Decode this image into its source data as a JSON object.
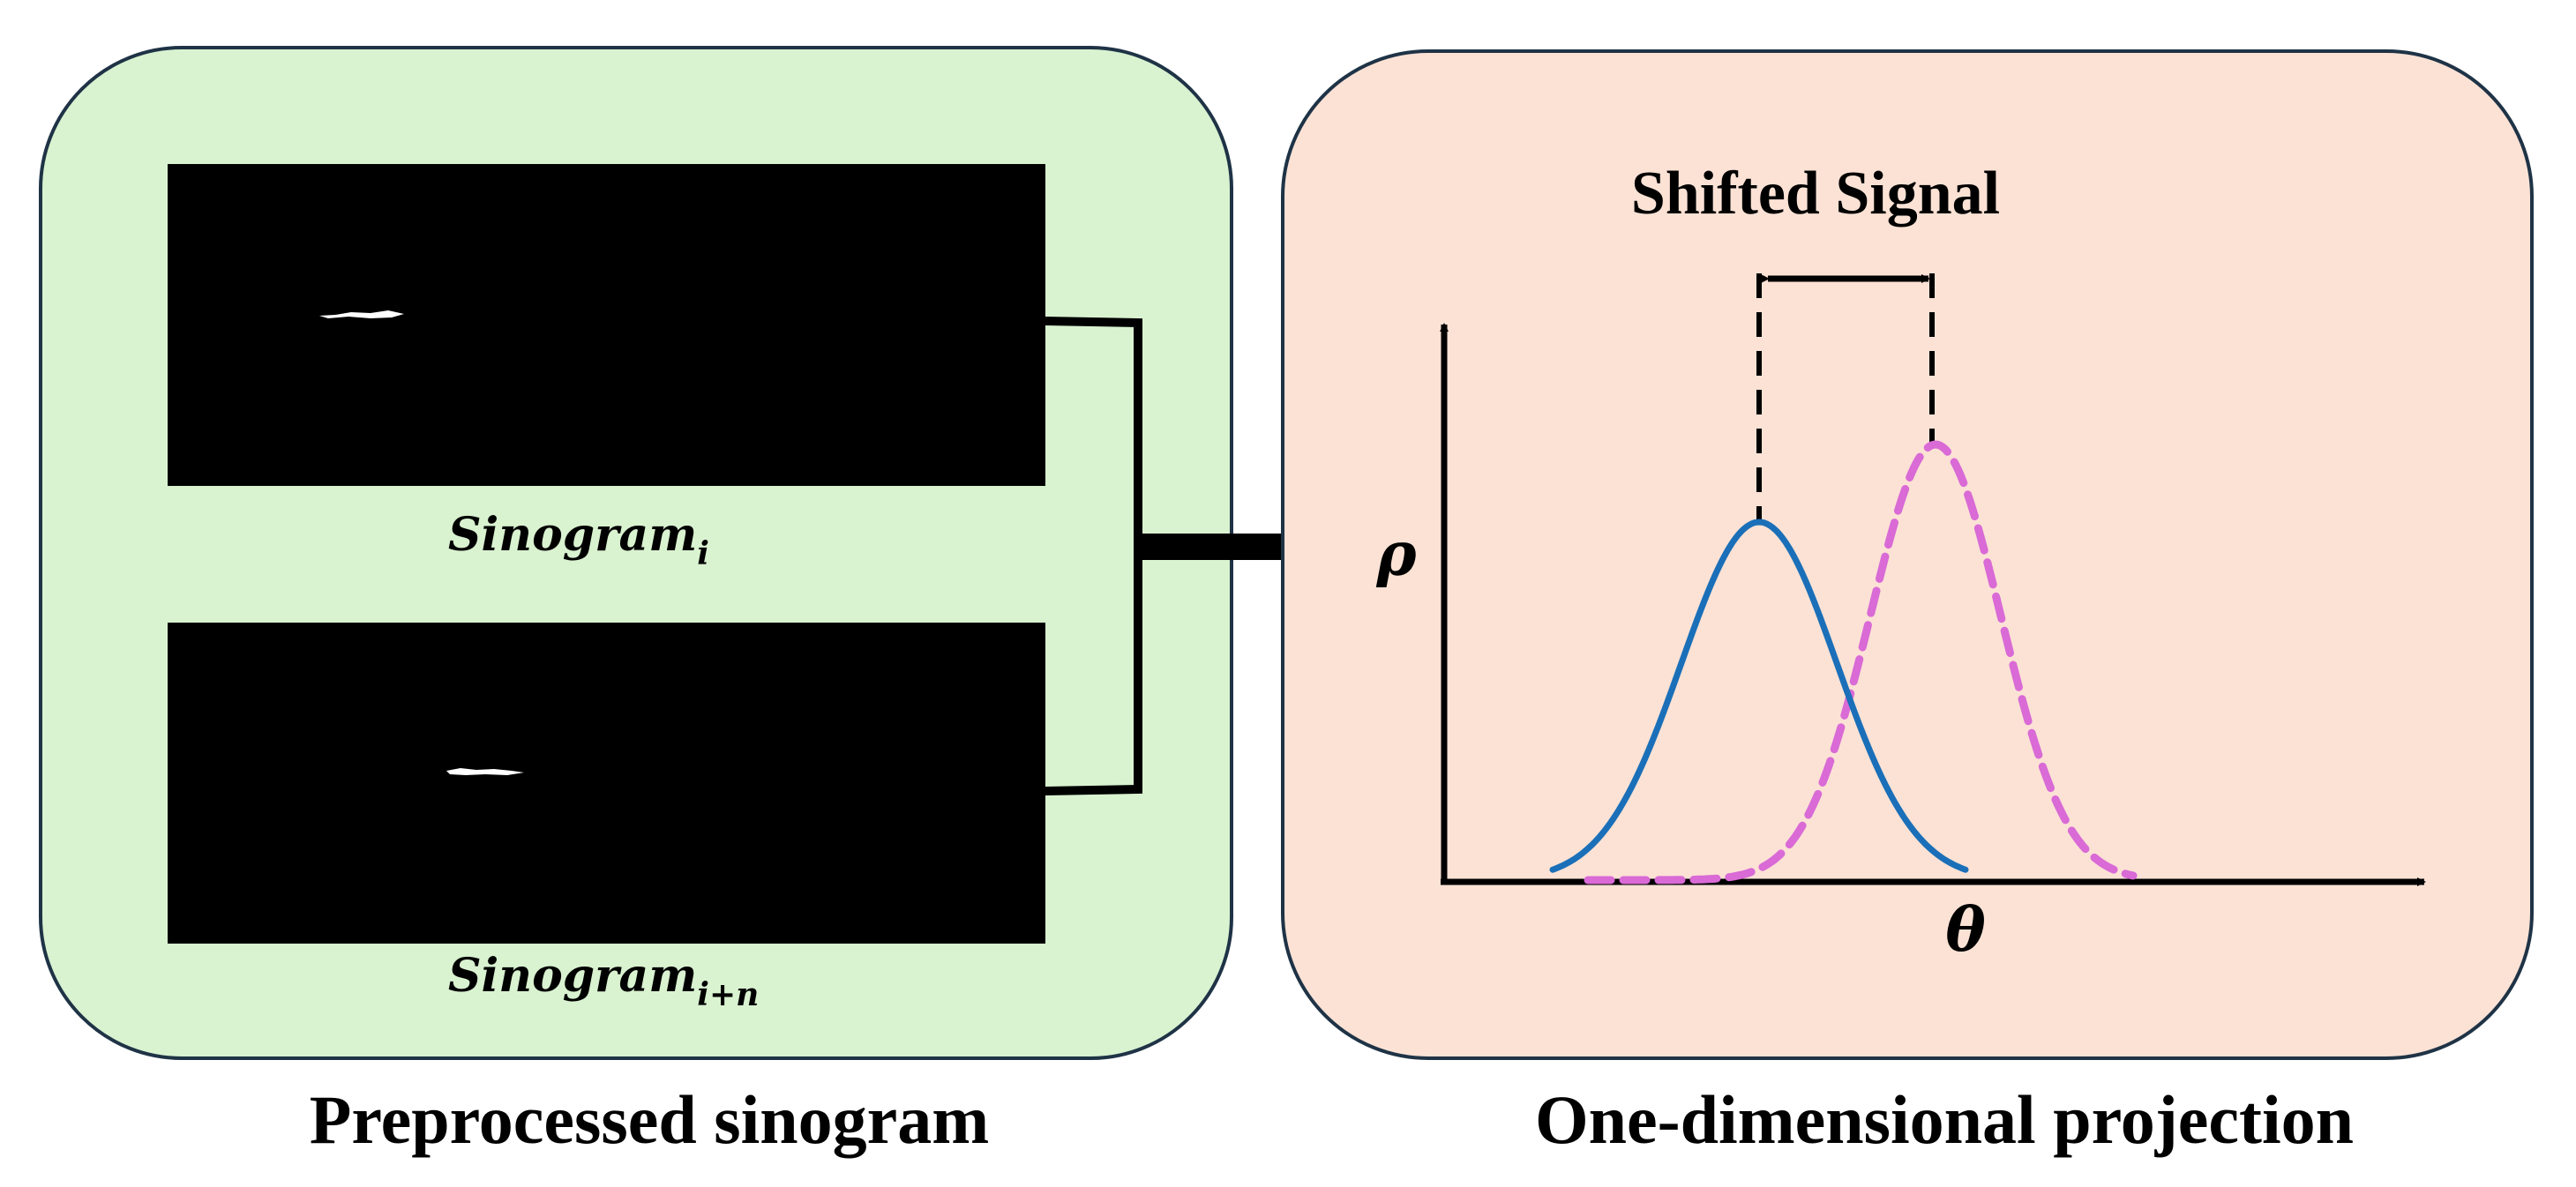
{
  "left_panel": {
    "caption": "Preprocessed sinogram",
    "top_image": {
      "label_base": "Sinogram",
      "label_sub": "i"
    },
    "bottom_image": {
      "label_base": "Sinogram",
      "label_sub": "i+n"
    }
  },
  "right_panel": {
    "caption": "One-dimensional projection",
    "shift_label": "Shifted Signal",
    "y_axis_label": "ρ",
    "x_axis_label": "θ"
  },
  "colors": {
    "left_panel_fill": "#d9f2d0",
    "right_panel_fill": "#fbe2d5",
    "panel_stroke": "#1f3346",
    "original_signal": "#1a6fb8",
    "shifted_signal": "#d96ad6"
  }
}
